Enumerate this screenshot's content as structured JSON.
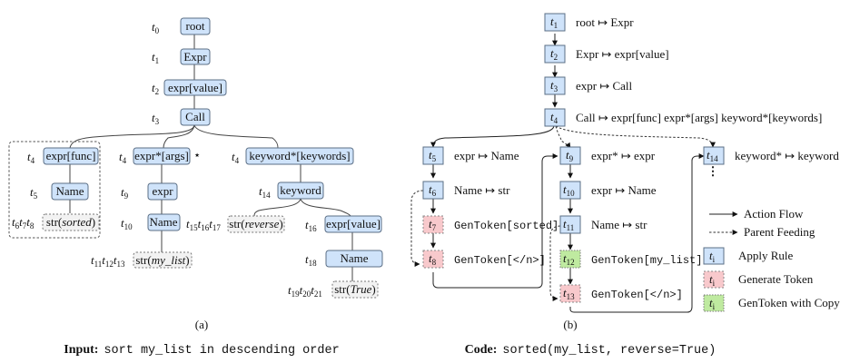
{
  "colors": {
    "apply_rule": "#cfe3fa",
    "generate_token": "#f8c9cc",
    "gentoken_copy": "#bfeaa0",
    "leaf_fill": "#f2f2f2",
    "border": "#5b6f86"
  },
  "panel_a": {
    "label": "(a)",
    "caption_bold": "Input:",
    "caption_text": "sort my_list in descending order",
    "nodes": [
      {
        "id": "root",
        "label": "root",
        "step": "t",
        "sub": "0"
      },
      {
        "id": "Expr",
        "label": "Expr",
        "step": "t",
        "sub": "1"
      },
      {
        "id": "expr_value",
        "label": "expr[value]",
        "step": "t",
        "sub": "2"
      },
      {
        "id": "Call",
        "label": "Call",
        "step": "t",
        "sub": "3"
      },
      {
        "id": "expr_func",
        "label": "expr[func]",
        "step": "t",
        "sub": "4"
      },
      {
        "id": "Name_func",
        "label": "Name",
        "step": "t",
        "sub": "5"
      },
      {
        "id": "str_sorted",
        "label_prefix": "str(",
        "label_italic": "sorted",
        "label_suffix": ")",
        "steps": [
          "6",
          "7",
          "8"
        ]
      },
      {
        "id": "expr_args",
        "label": "expr*[args]",
        "marker": "⋆",
        "step": "t",
        "sub": "4"
      },
      {
        "id": "expr",
        "label": "expr",
        "step": "t",
        "sub": "9"
      },
      {
        "id": "Name_args",
        "label": "Name",
        "step": "t",
        "sub": "10"
      },
      {
        "id": "str_my_list",
        "label_prefix": "str(",
        "label_italic": "my_list",
        "label_suffix": ")",
        "steps": [
          "11",
          "12",
          "13"
        ]
      },
      {
        "id": "keyword_keywords",
        "label": "keyword*[keywords]",
        "step": "t",
        "sub": "4"
      },
      {
        "id": "keyword",
        "label": "keyword",
        "step": "t",
        "sub": "14"
      },
      {
        "id": "str_reverse",
        "label_prefix": "str(",
        "label_italic": "reverse",
        "label_suffix": ")",
        "steps": [
          "15",
          "16",
          "17"
        ]
      },
      {
        "id": "expr_value2",
        "label": "expr[value]",
        "step": "t",
        "sub": "16"
      },
      {
        "id": "Name_true",
        "label": "Name",
        "step": "t",
        "sub": "18"
      },
      {
        "id": "str_true",
        "label_prefix": "str(",
        "label_italic": "True",
        "label_suffix": ")",
        "steps": [
          "19",
          "20",
          "21"
        ]
      }
    ]
  },
  "panel_b": {
    "label": "(b)",
    "caption_bold": "Code:",
    "caption_text": "sorted(my_list, reverse=True)",
    "steps": [
      {
        "sub": "1",
        "type": "rule",
        "text": "root ↦ Expr"
      },
      {
        "sub": "2",
        "type": "rule",
        "text": "Expr ↦ expr[value]"
      },
      {
        "sub": "3",
        "type": "rule",
        "text": "expr ↦ Call"
      },
      {
        "sub": "4",
        "type": "rule",
        "text": "Call ↦ expr[func]  expr*[args]  keyword*[keywords]"
      },
      {
        "sub": "5",
        "type": "rule",
        "text": "expr ↦ Name"
      },
      {
        "sub": "6",
        "type": "rule",
        "text": "Name ↦ str"
      },
      {
        "sub": "7",
        "type": "gen",
        "text": "GenToken[sorted]"
      },
      {
        "sub": "8",
        "type": "gen",
        "text": "GenToken[</n>]"
      },
      {
        "sub": "9",
        "type": "rule",
        "text": "expr* ↦ expr"
      },
      {
        "sub": "10",
        "type": "rule",
        "text": "expr ↦ Name"
      },
      {
        "sub": "11",
        "type": "rule",
        "text": "Name ↦ str"
      },
      {
        "sub": "12",
        "type": "copy",
        "text": "GenToken[my_list]"
      },
      {
        "sub": "13",
        "type": "gen",
        "text": "GenToken[</n>]"
      },
      {
        "sub": "14",
        "type": "rule",
        "text": "keyword* ↦ keyword"
      }
    ],
    "ellipsis": "⋮",
    "legend": {
      "action_flow": "Action Flow",
      "parent_feeding": "Parent Feeding",
      "apply_rule": "Apply Rule",
      "generate_token": "Generate Token",
      "gentoken_copy": "GenToken with Copy",
      "symbol": "t",
      "symbol_sub": "i"
    }
  }
}
